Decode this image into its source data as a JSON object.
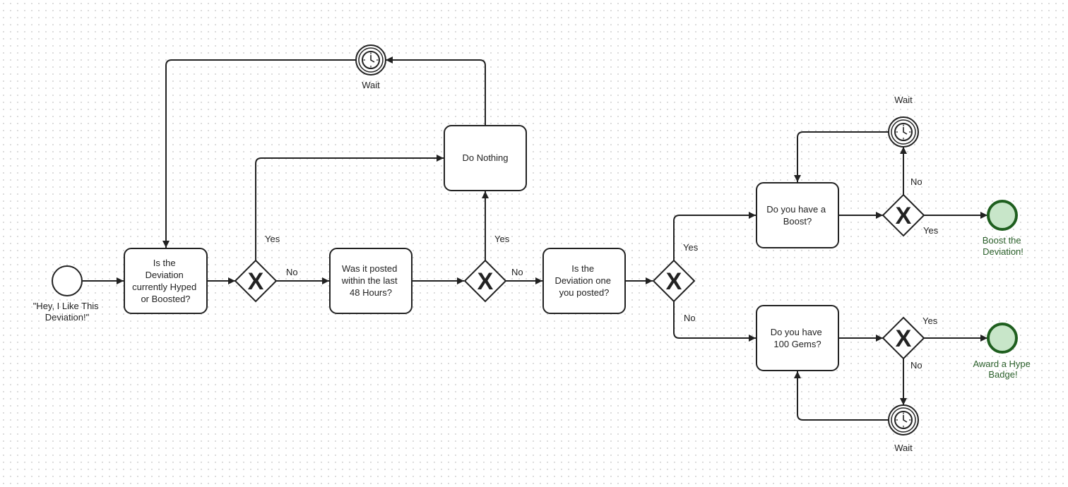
{
  "diagram": {
    "start_event": {
      "label_lines": [
        "\"Hey, I Like This",
        "Deviation!\""
      ]
    },
    "tasks": {
      "hyped_check": {
        "label_lines": [
          "Is the",
          "Deviation",
          "currently Hyped",
          "or Boosted?"
        ]
      },
      "posted_48h": {
        "label_lines": [
          "Was it posted",
          "within the last",
          "48 Hours?"
        ]
      },
      "do_nothing": {
        "label_lines": [
          "Do Nothing"
        ]
      },
      "own_deviation": {
        "label_lines": [
          "Is the",
          "Deviation one",
          "you posted?"
        ]
      },
      "have_boost": {
        "label_lines": [
          "Do you have a",
          "Boost?"
        ]
      },
      "have_gems": {
        "label_lines": [
          "Do you have",
          "100 Gems?"
        ]
      }
    },
    "gateway_symbol": "X",
    "flow_labels": {
      "gw1_yes": "Yes",
      "gw1_no": "No",
      "gw2_yes": "Yes",
      "gw2_no": "No",
      "gw3_yes": "Yes",
      "gw3_no": "No",
      "gw4_no": "No",
      "gw4_yes": "Yes",
      "gw5_yes": "Yes",
      "gw5_no": "No"
    },
    "timers": {
      "top": {
        "label": "Wait",
        "icon": "clock-icon"
      },
      "boost": {
        "label": "Wait",
        "icon": "clock-icon"
      },
      "gems": {
        "label": "Wait",
        "icon": "clock-icon"
      }
    },
    "end_events": {
      "boost": {
        "label_lines": [
          "Boost the",
          "Deviation!"
        ]
      },
      "hype": {
        "label_lines": [
          "Award a Hype",
          "Badge!"
        ]
      }
    },
    "colors": {
      "stroke": "#222222",
      "end_fill": "#c8e6c9",
      "end_stroke": "#1f5f1f",
      "end_label": "#2a5f2a"
    }
  }
}
